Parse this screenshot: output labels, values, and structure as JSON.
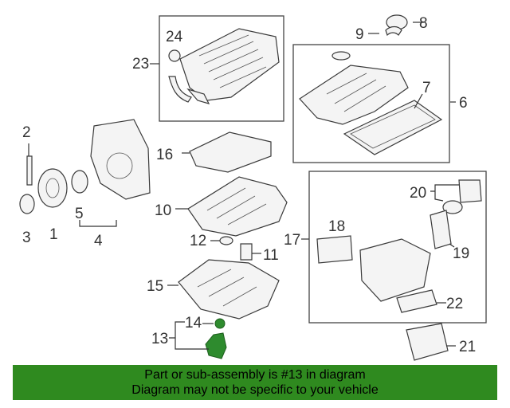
{
  "callouts": {
    "c1": "1",
    "c2": "2",
    "c3": "3",
    "c4": "4",
    "c5": "5",
    "c6": "6",
    "c7": "7",
    "c8": "8",
    "c9": "9",
    "c10": "10",
    "c11": "11",
    "c12": "12",
    "c13": "13",
    "c14": "14",
    "c15": "15",
    "c16": "16",
    "c17": "17",
    "c18": "18",
    "c19": "19",
    "c20": "20",
    "c21": "21",
    "c22": "22",
    "c23": "23",
    "c24": "24"
  },
  "banner": {
    "line1": "Part or sub-assembly is #13 in diagram",
    "line2": "Diagram may not be specific to your vehicle",
    "color": "#2f8a1f"
  },
  "highlight_color": "#2e8b2e"
}
